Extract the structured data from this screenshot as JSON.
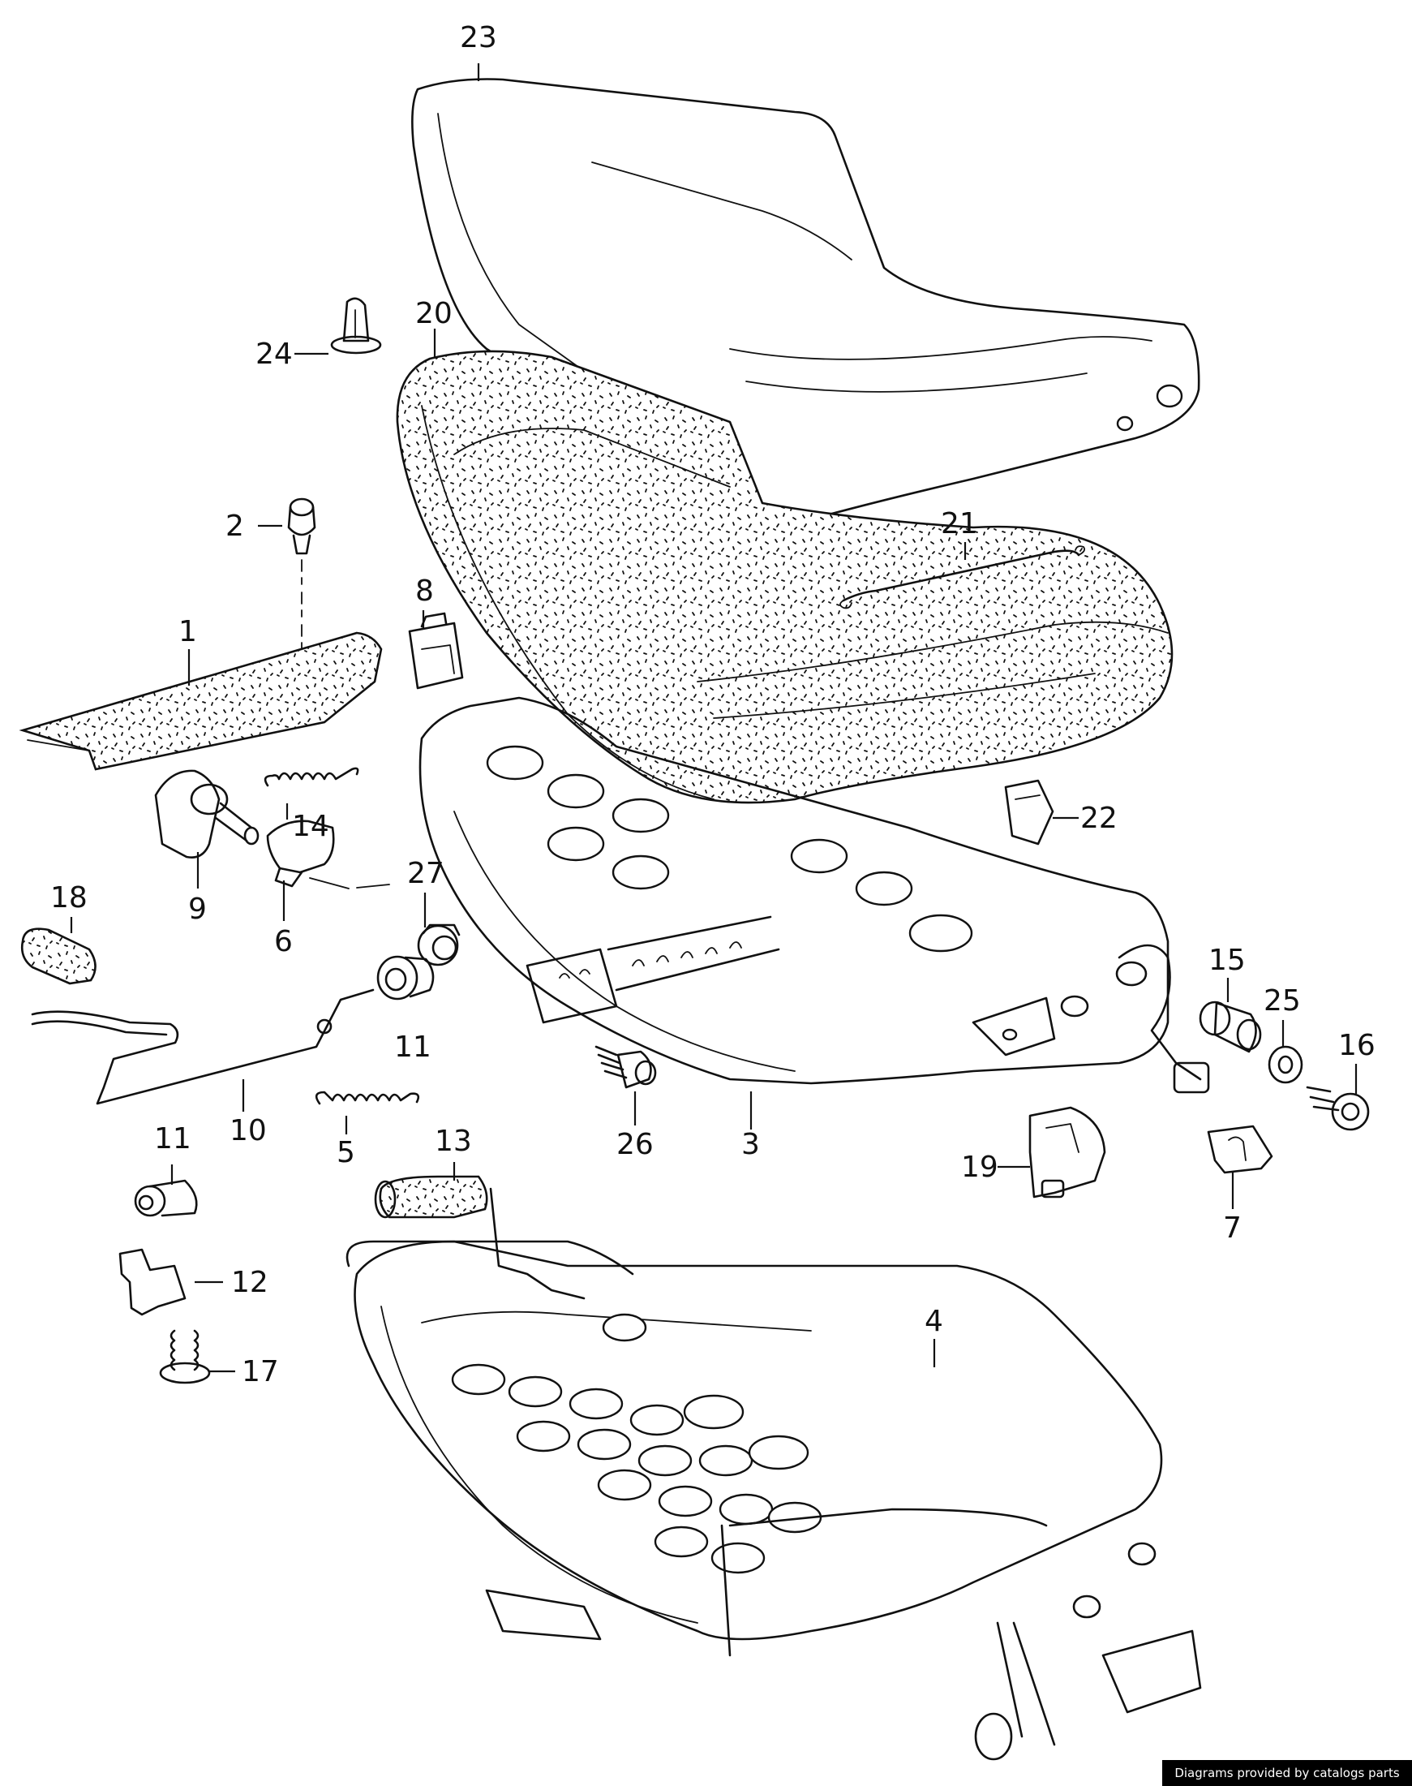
{
  "callouts": {
    "c1": "1",
    "c2": "2",
    "c3": "3",
    "c4": "4",
    "c5": "5",
    "c6": "6",
    "c7": "7",
    "c8": "8",
    "c9": "9",
    "c10": "10",
    "c11a": "11",
    "c11b": "11",
    "c12": "12",
    "c13": "13",
    "c14": "14",
    "c15": "15",
    "c16": "16",
    "c17": "17",
    "c18": "18",
    "c19": "19",
    "c20": "20",
    "c21": "21",
    "c22": "22",
    "c23": "23",
    "c24": "24",
    "c25": "25",
    "c26": "26",
    "c27": "27"
  },
  "credit": "Diagrams provided by catalogs parts"
}
